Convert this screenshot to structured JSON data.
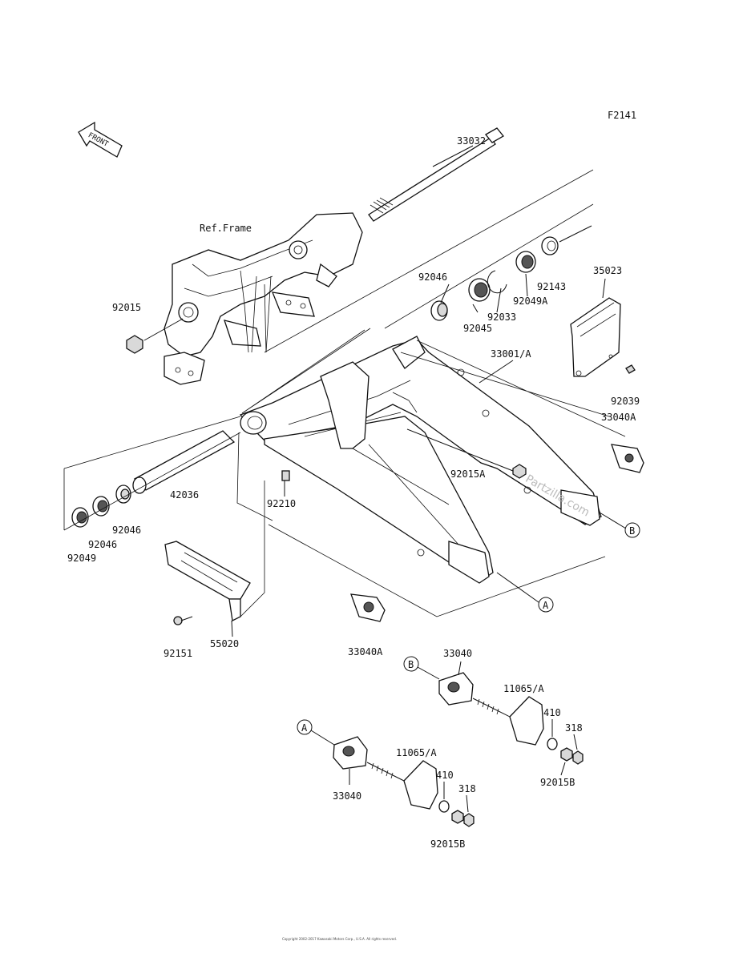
{
  "figure_code": "F2141",
  "front_indicator": "FRONT",
  "frame_reference": "Ref.Frame",
  "watermark": "Partzilla.com",
  "footer": "Copyright 2002-2017 Kawasaki Motors Corp., U.S.A. All rights reserved.",
  "callouts": {
    "ref_a": "A",
    "ref_b": "B"
  },
  "part_numbers": {
    "p33032": "33032",
    "p92015": "92015",
    "p92046_top": "92046",
    "p92045": "92045",
    "p92033": "92033",
    "p92049a": "92049A",
    "p92143": "92143",
    "p35023": "35023",
    "p33001a": "33001/A",
    "p92039": "92039",
    "p33040a_right": "33040A",
    "p92015a": "92015A",
    "p42036": "42036",
    "p92210": "92210",
    "p92046_left": "92046",
    "p92046_left2": "92046",
    "p92049": "92049",
    "p55020": "55020",
    "p92151": "92151",
    "p33040a_bottom": "33040A",
    "p33040_b": "33040",
    "p11065a_b": "11065/A",
    "p410_b": "410",
    "p318_b": "318",
    "p92015b_b": "92015B",
    "p33040_a": "33040",
    "p11065a_a": "11065/A",
    "p410_a": "410",
    "p318_a": "318",
    "p92015b_a": "92015B"
  }
}
